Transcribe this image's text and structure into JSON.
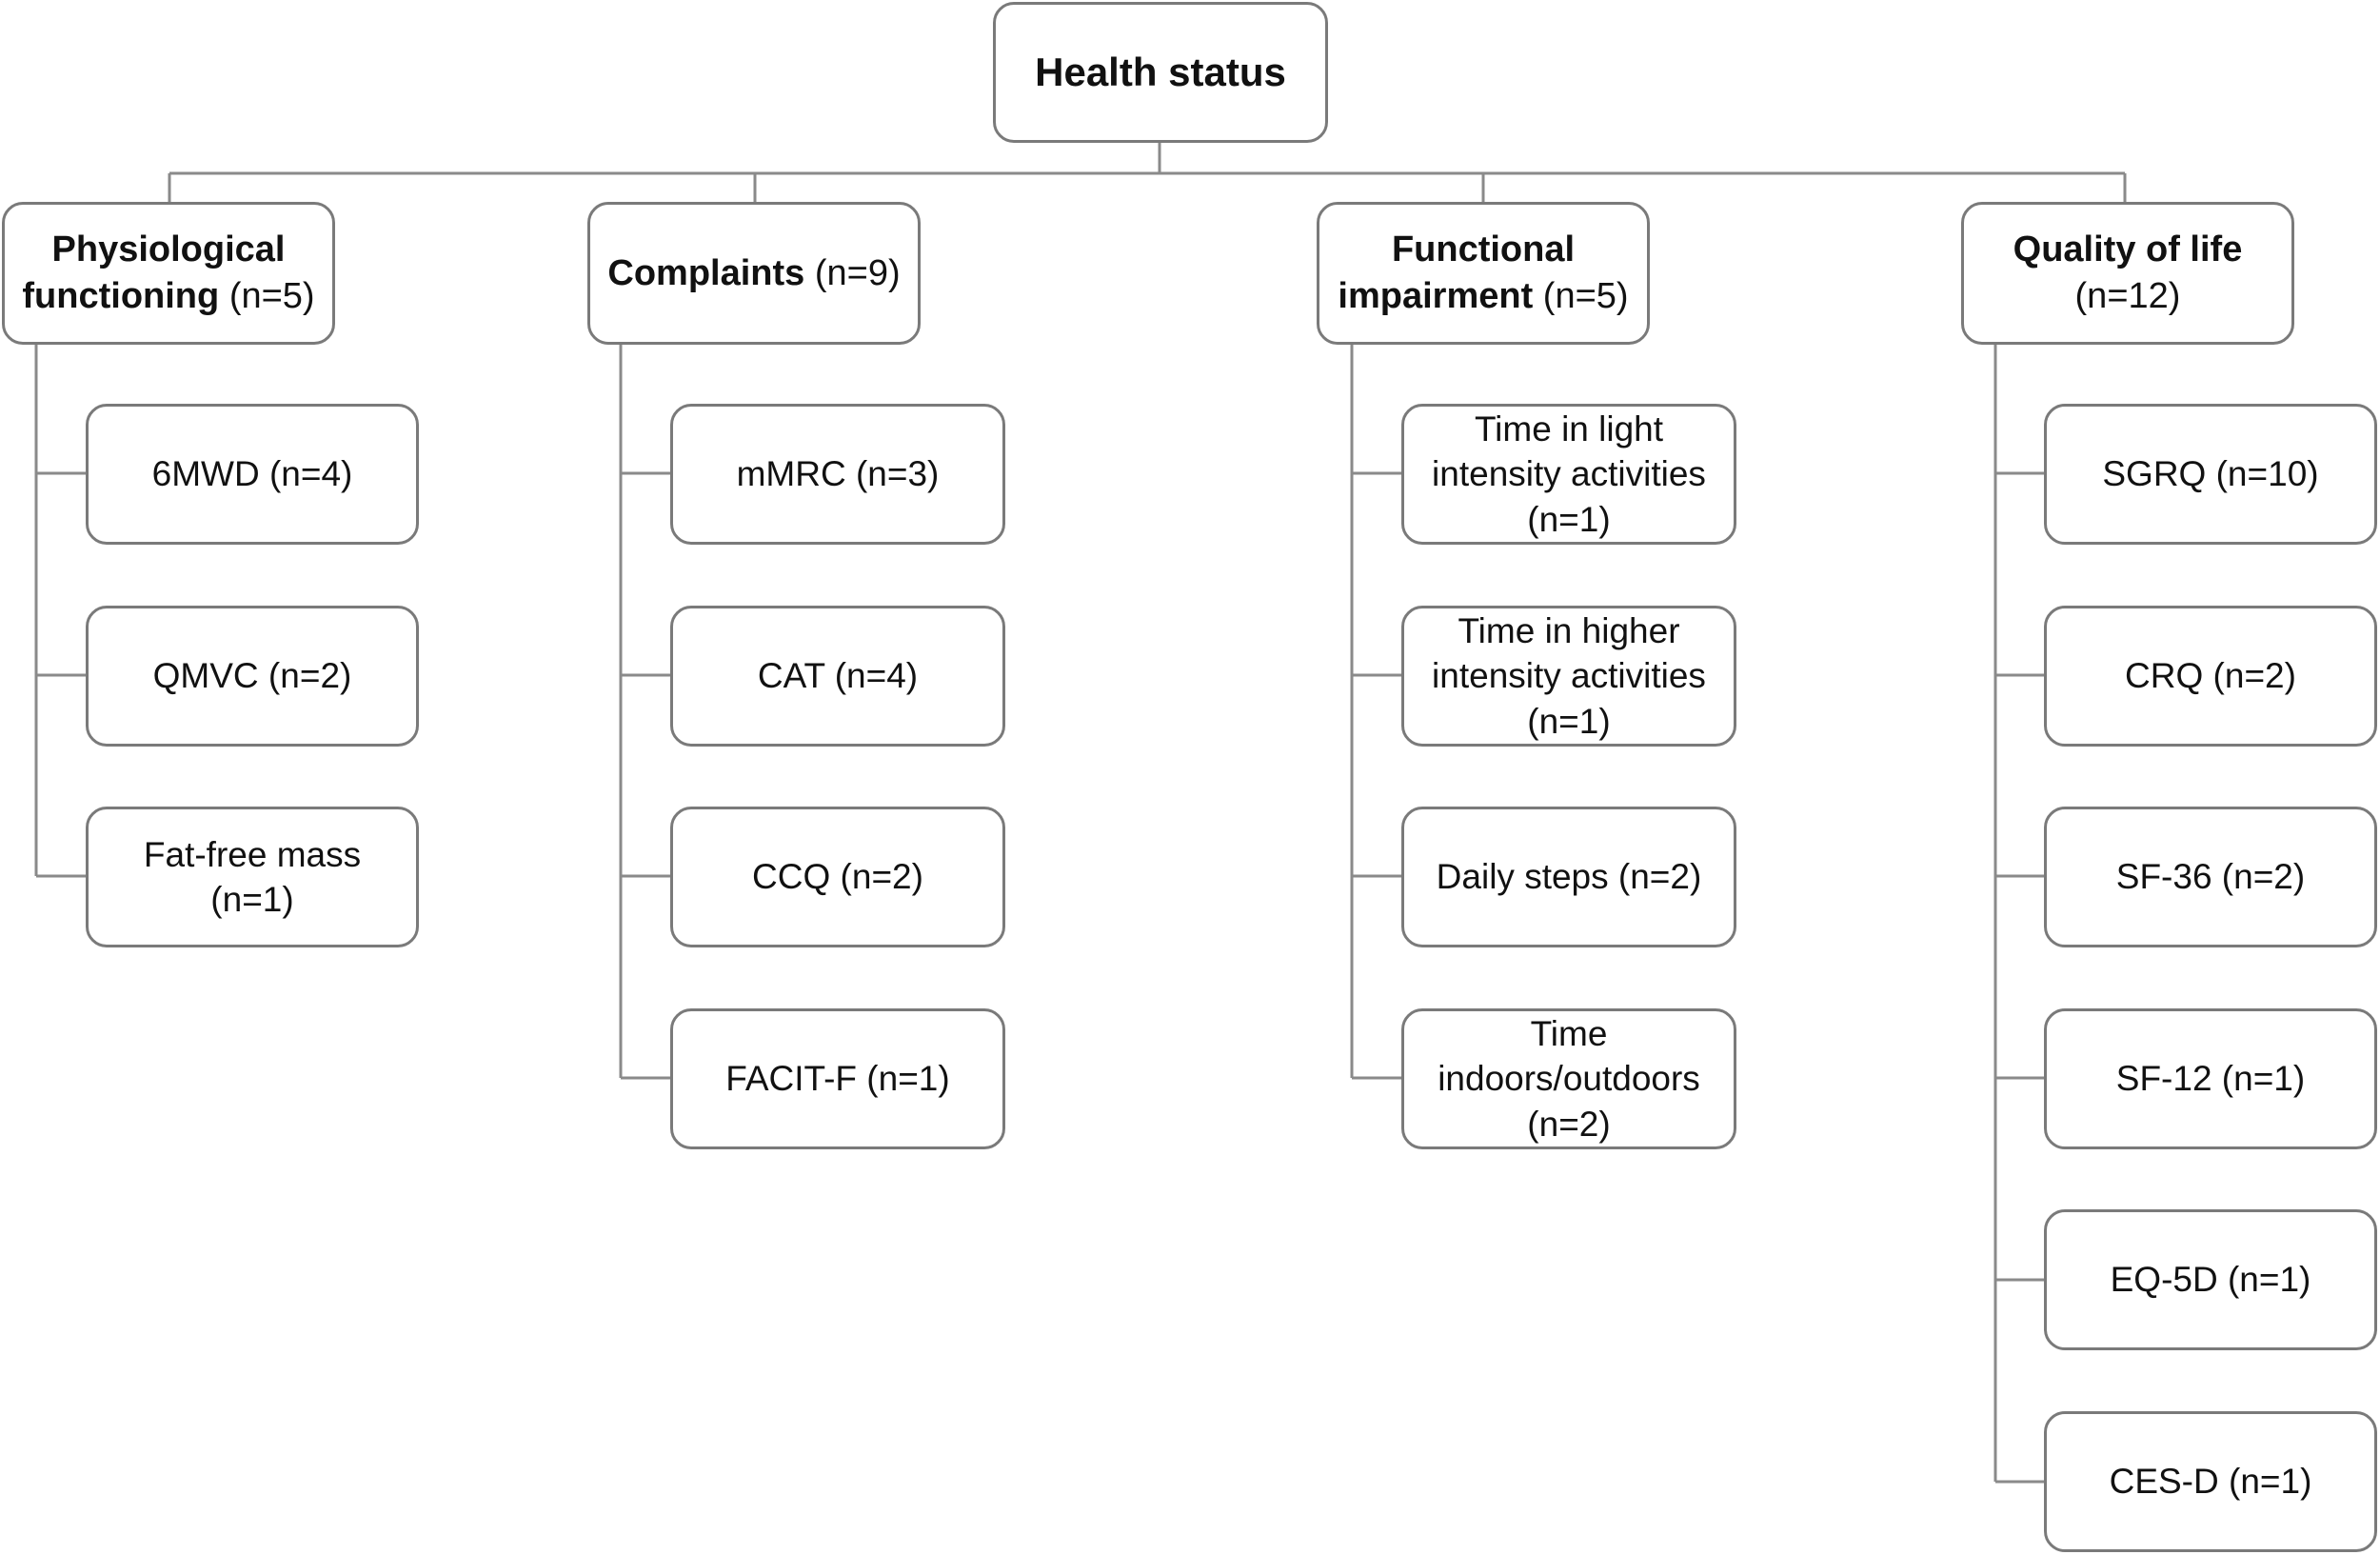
{
  "root": {
    "label": "Health status"
  },
  "categories": [
    {
      "name_line1": "Physiological",
      "name_line2": "functioning",
      "count": "(n=5)",
      "items": [
        {
          "line1": "6MWD (n=4)"
        },
        {
          "line1": "QMVC (n=2)"
        },
        {
          "line1": "Fat-free mass",
          "line2": "(n=1)"
        }
      ]
    },
    {
      "name_line1": "Complaints",
      "count": "(n=9)",
      "items": [
        {
          "line1": "mMRC (n=3)"
        },
        {
          "line1": "CAT (n=4)"
        },
        {
          "line1": "CCQ (n=2)"
        },
        {
          "line1": "FACIT-F (n=1)"
        }
      ]
    },
    {
      "name_line1": "Functional",
      "name_line2": "impairment",
      "count": "(n=5)",
      "items": [
        {
          "line1": "Time in light",
          "line2": "intensity activities",
          "line3": "(n=1)"
        },
        {
          "line1": "Time in higher",
          "line2": "intensity activities",
          "line3": "(n=1)"
        },
        {
          "line1": "Daily steps (n=2)"
        },
        {
          "line1": "Time",
          "line2": "indoors/outdoors",
          "line3": "(n=2)"
        }
      ]
    },
    {
      "name_line1": "Quality of life",
      "count": "(n=12)",
      "items": [
        {
          "line1": "SGRQ (n=10)"
        },
        {
          "line1": "CRQ (n=2)"
        },
        {
          "line1": "SF-36 (n=2)"
        },
        {
          "line1": "SF-12 (n=1)"
        },
        {
          "line1": "EQ-5D (n=1)"
        },
        {
          "line1": "CES-D (n=1)"
        }
      ]
    }
  ]
}
